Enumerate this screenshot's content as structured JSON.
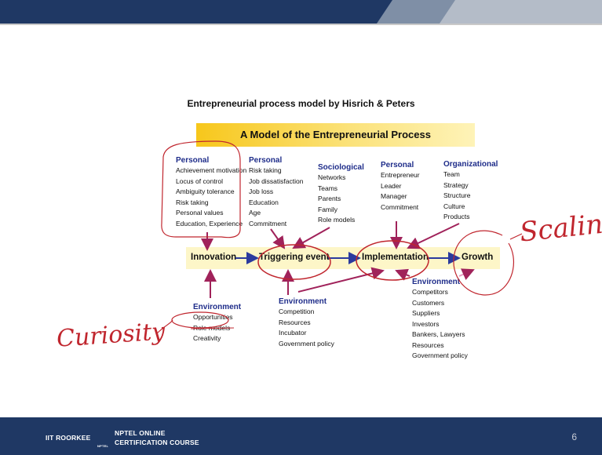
{
  "slide": {
    "title": "Entrepreneurial process model by Hisrich & Peters",
    "banner": "A Model of the Entrepreneurial Process",
    "page_number": "6"
  },
  "columns": [
    {
      "heading": "Personal",
      "items": [
        "Achievement motivation",
        "Locus of control",
        "Ambiguity tolerance",
        "Risk taking",
        "Personal values",
        "Education, Experience"
      ]
    },
    {
      "heading": "Personal",
      "items": [
        "Risk taking",
        "Job dissatisfaction",
        "Job loss",
        "Education",
        "Age",
        "Commitment"
      ]
    },
    {
      "heading": "Sociological",
      "items": [
        "Networks",
        "Teams",
        "Parents",
        "Family",
        "Role models"
      ]
    },
    {
      "heading": "Personal",
      "items": [
        "Entrepreneur",
        "Leader",
        "Manager",
        "Commitment"
      ]
    },
    {
      "heading": "Organizational",
      "items": [
        "Team",
        "Strategy",
        "Structure",
        "Culture",
        "Products"
      ]
    }
  ],
  "stages": [
    "Innovation",
    "Triggering event",
    "Implementation",
    "Growth"
  ],
  "environments": [
    {
      "heading": "Environment",
      "items": [
        "Opportunities",
        "Role models",
        "Creativity"
      ]
    },
    {
      "heading": "Environment",
      "items": [
        "Competition",
        "Resources",
        "Incubator",
        "Government policy"
      ]
    },
    {
      "heading": "Environment",
      "items": [
        "Competitors",
        "Customers",
        "Suppliers",
        "Investors",
        "Bankers, Lawyers",
        "Resources",
        "Government policy"
      ]
    }
  ],
  "annotations": {
    "left": "Curiosity",
    "right": "Scaling"
  },
  "footer": {
    "institute": "IIT ROORKEE",
    "course_line1": "NPTEL ONLINE",
    "course_line2": "CERTIFICATION COURSE",
    "nptel_small": "NPTEL"
  },
  "colors": {
    "header": "#1f3864",
    "heading_blue": "#1f2d8a",
    "arrow_blue": "#2b3a9e",
    "ink_red": "#c0262e",
    "banner_yellow": "#f7c71b"
  }
}
